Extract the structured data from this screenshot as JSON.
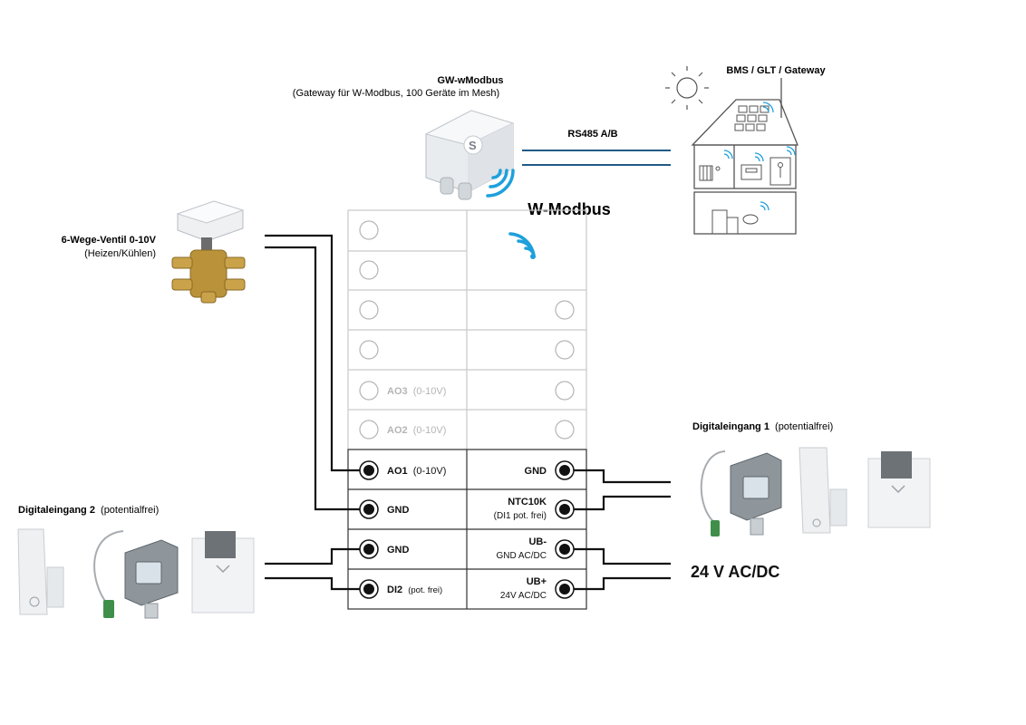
{
  "gateway": {
    "title": "GW-wModbus",
    "subtitle": "(Gateway für W-Modbus, 100 Geräte im Mesh)",
    "bus_label": "RS485 A/B",
    "mesh_label": "W-Modbus"
  },
  "bms": {
    "title": "BMS / GLT / Gateway"
  },
  "valve": {
    "title": "6-Wege-Ventil 0-10V",
    "subtitle": "(Heizen/Kühlen)"
  },
  "input1": {
    "title": "Digitaleingang 1",
    "title_suffix": "(potentialfrei)"
  },
  "input2": {
    "title": "Digitaleingang 2",
    "title_suffix": "(potentialfrei)"
  },
  "power": {
    "label": "24 V AC/DC"
  },
  "terminal_block": {
    "left": [
      {
        "label": "",
        "suffix": "",
        "active": false
      },
      {
        "label": "",
        "suffix": "",
        "active": false
      },
      {
        "label": "",
        "suffix": "",
        "active": false
      },
      {
        "label": "",
        "suffix": "",
        "active": false
      },
      {
        "label": "AO3",
        "suffix": "(0-10V)",
        "active": false
      },
      {
        "label": "AO2",
        "suffix": "(0-10V)",
        "active": false
      },
      {
        "label": "AO1",
        "suffix": "(0-10V)",
        "active": true
      },
      {
        "label": "GND",
        "suffix": "",
        "active": true
      },
      {
        "label": "GND",
        "suffix": "",
        "active": true
      },
      {
        "label": "DI2",
        "suffix": "(pot. frei)",
        "active": true
      }
    ],
    "right": [
      {
        "line1": "",
        "line2": "",
        "active": false,
        "has_terminal": false
      },
      {
        "line1": "",
        "line2": "",
        "active": false,
        "has_terminal": false
      },
      {
        "line1": "",
        "line2": "",
        "active": false,
        "has_terminal": true
      },
      {
        "line1": "",
        "line2": "",
        "active": false,
        "has_terminal": true
      },
      {
        "line1": "",
        "line2": "",
        "active": false,
        "has_terminal": true
      },
      {
        "line1": "",
        "line2": "",
        "active": false,
        "has_terminal": true
      },
      {
        "line1": "GND",
        "line2": "",
        "active": true,
        "has_terminal": true
      },
      {
        "line1": "NTC10K",
        "line2": "(DI1 pot. frei)",
        "active": true,
        "has_terminal": true
      },
      {
        "line1": "UB-",
        "line2": "GND AC/DC",
        "active": true,
        "has_terminal": true
      },
      {
        "line1": "UB+",
        "line2": "24V AC/DC",
        "active": true,
        "has_terminal": true
      }
    ]
  },
  "colors": {
    "bus_line": "#1f5a86",
    "wifi": "#1ea0dc",
    "wire": "#111111",
    "grid": "#c9c9c9",
    "faded_text": "#b5b5b5"
  }
}
